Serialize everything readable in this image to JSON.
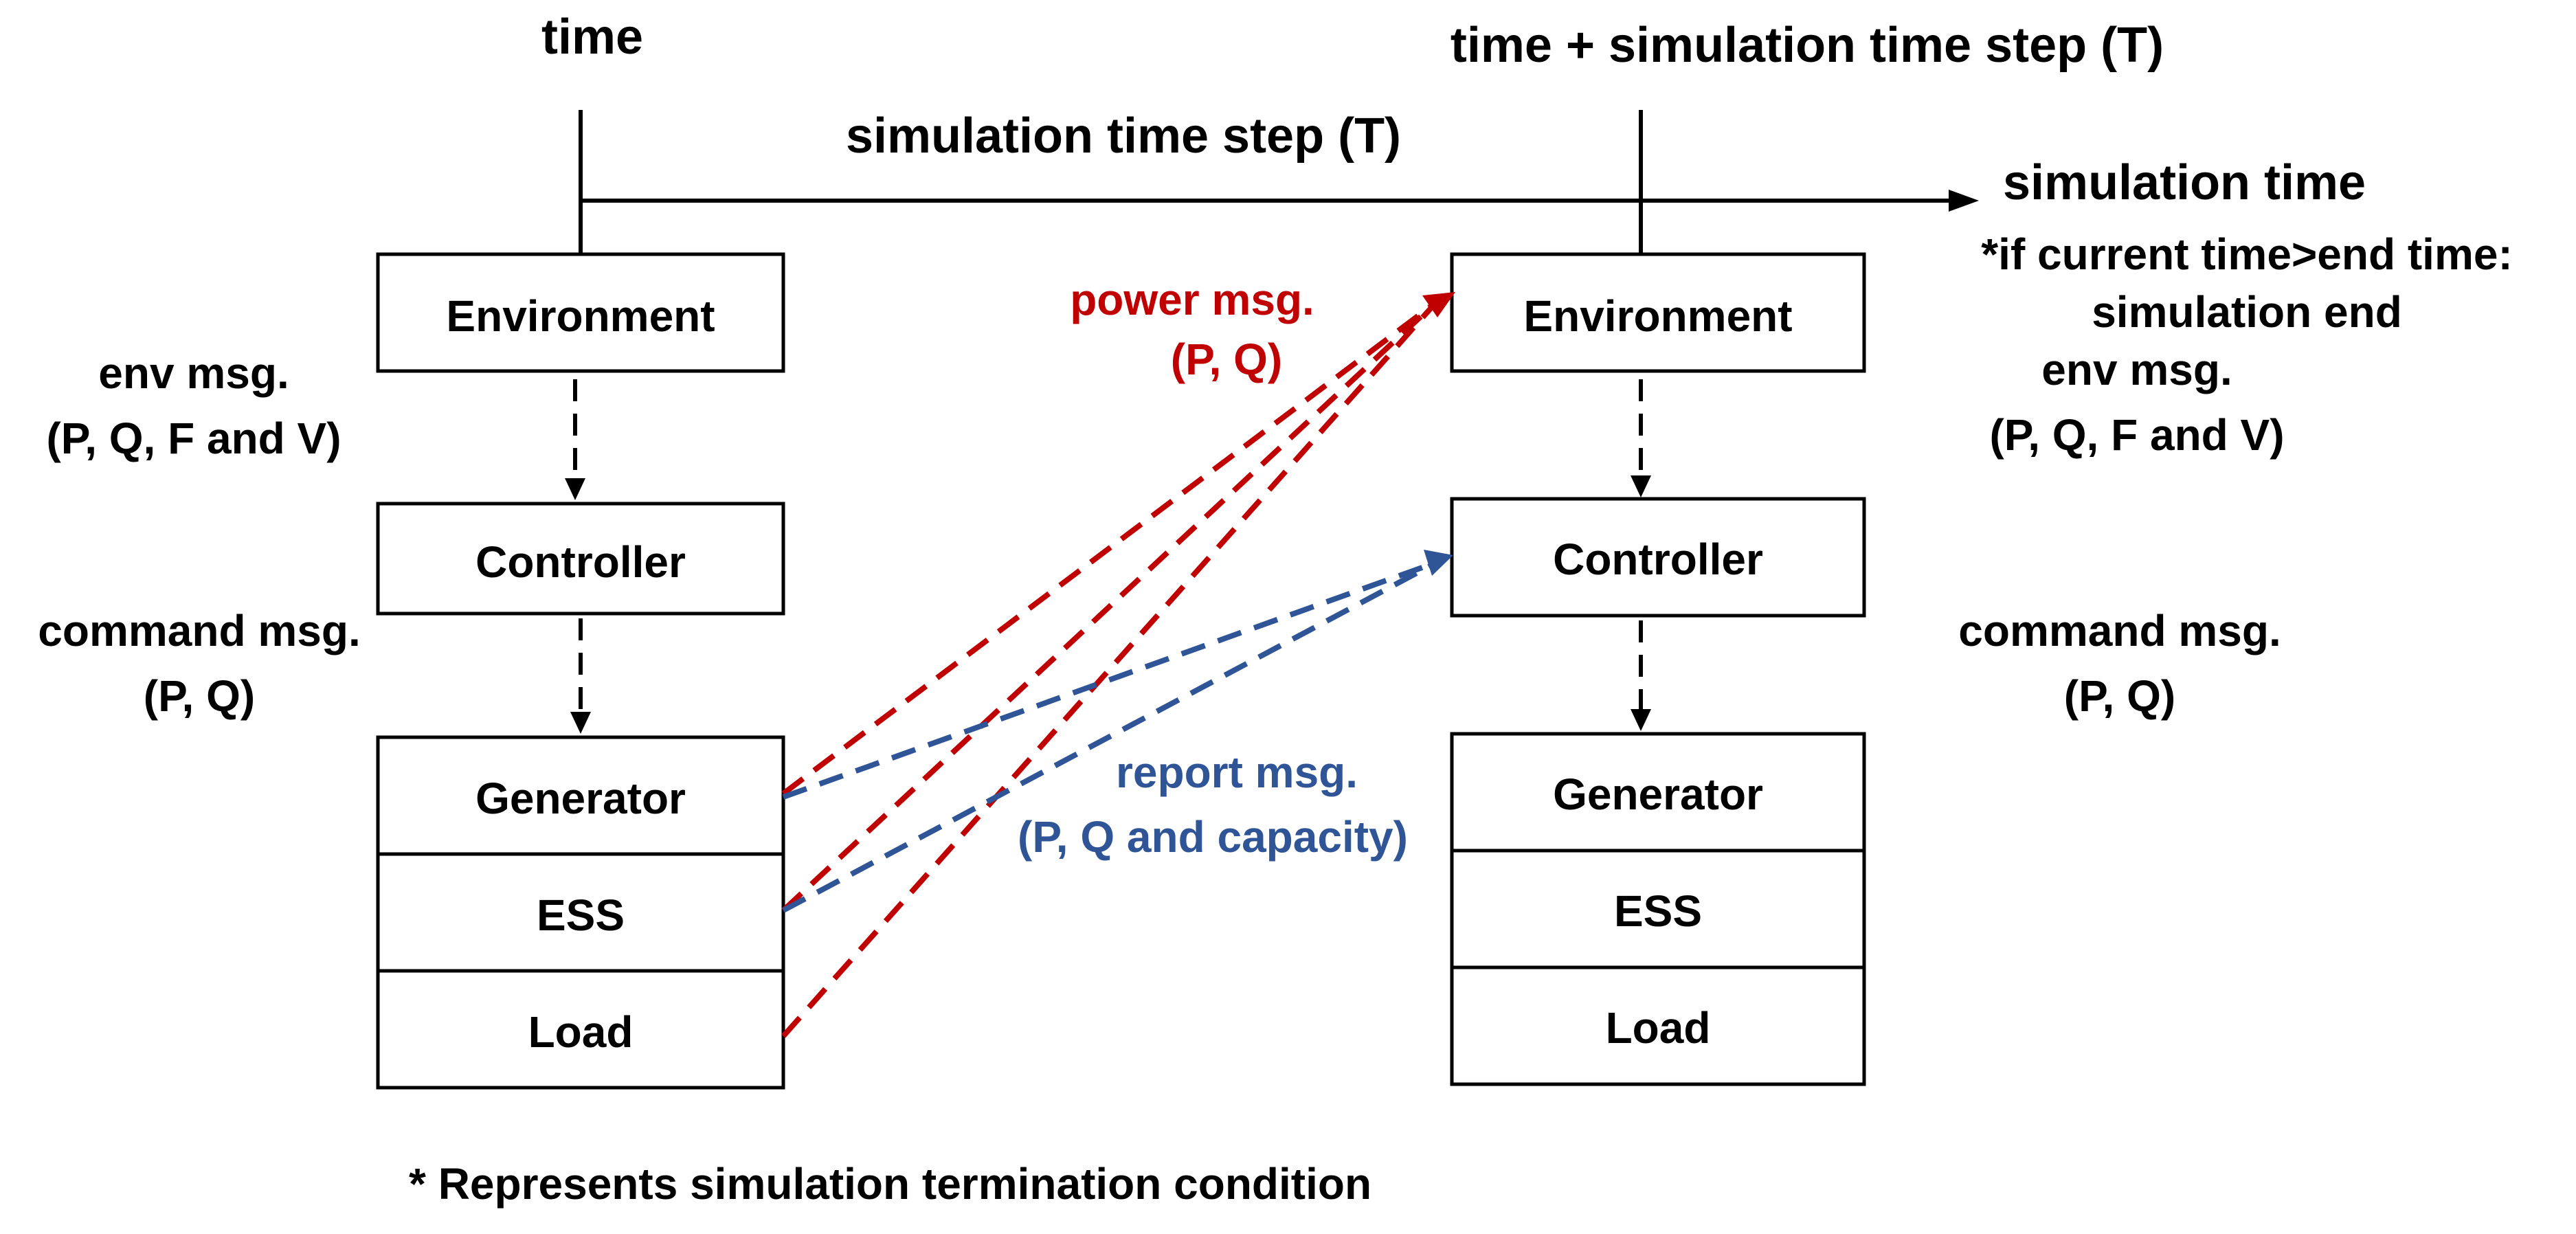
{
  "timeline": {
    "left_label": "time",
    "right_label": "time + simulation time step (T)",
    "step_label": "simulation time step (T)",
    "axis_label": "simulation time",
    "condition_line1": "*if current time>end time:",
    "condition_line2": "simulation end"
  },
  "left_column": {
    "environment": "Environment",
    "controller": "Controller",
    "generator": "Generator",
    "ess": "ESS",
    "load": "Load",
    "env_msg_line1": "env msg.",
    "env_msg_line2": "(P, Q, F and V)",
    "command_msg_line1": "command msg.",
    "command_msg_line2": "(P, Q)"
  },
  "right_column": {
    "environment": "Environment",
    "controller": "Controller",
    "generator": "Generator",
    "ess": "ESS",
    "load": "Load",
    "env_msg_line1": "env msg.",
    "env_msg_line2": "(P, Q, F and V)",
    "command_msg_line1": "command msg.",
    "command_msg_line2": "(P, Q)"
  },
  "power_msg": {
    "line1": "power msg.",
    "line2": "(P, Q)",
    "color": "#c00000"
  },
  "report_msg": {
    "line1": "report msg.",
    "line2": "(P, Q and capacity)",
    "color": "#2f5597"
  },
  "footnote": "* Represents simulation termination condition"
}
